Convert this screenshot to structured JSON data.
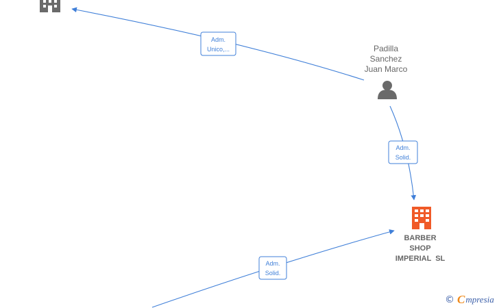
{
  "nodes": {
    "top_company": {
      "label": ""
    },
    "person": {
      "label_lines": [
        "Padilla",
        "Sanchez",
        "Juan Marco"
      ]
    },
    "focus_company": {
      "label_lines": [
        "BARBER",
        "SHOP",
        "IMPERIAL  SL"
      ]
    }
  },
  "edges": [
    {
      "from": "person",
      "to": "top_company",
      "label_lines": [
        "Adm.",
        "Unico,..."
      ]
    },
    {
      "from": "person",
      "to": "focus_company",
      "label_lines": [
        "Adm.",
        "Solid."
      ]
    },
    {
      "from": "off-screen",
      "to": "focus_company",
      "label_lines": [
        "Adm.",
        "Solid."
      ]
    }
  ],
  "colors": {
    "edge": "#3f7fd8",
    "company_icon_grey": "#6a6a6a",
    "focus_company_icon": "#f05a28",
    "person_icon": "#6a6a6a",
    "node_text": "#666666"
  },
  "icons": {
    "top_company": "building-icon",
    "person": "person-icon",
    "focus_company": "building-icon"
  },
  "watermark": {
    "symbol": "©",
    "brand_initial": "C",
    "brand_rest": "mpresia"
  }
}
